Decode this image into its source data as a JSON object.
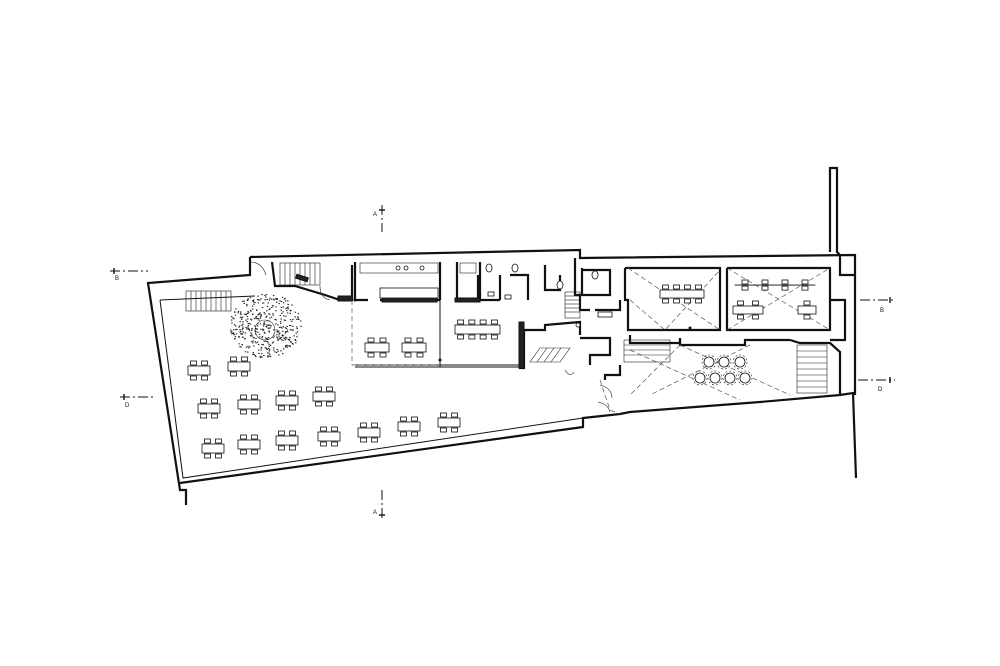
{
  "drawing": {
    "type": "floor plan",
    "section_markers": [
      {
        "id": "section-a-top",
        "label": "A"
      },
      {
        "id": "section-a-bottom",
        "label": "A"
      },
      {
        "id": "section-b-left",
        "label": "B"
      },
      {
        "id": "section-b-right",
        "label": "B"
      },
      {
        "id": "section-d-left",
        "label": "D"
      },
      {
        "id": "section-d-right",
        "label": "D"
      }
    ]
  }
}
